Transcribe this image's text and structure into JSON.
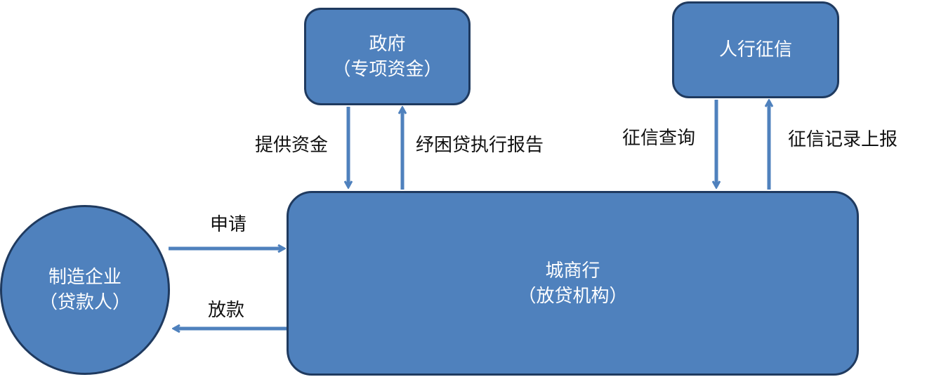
{
  "nodes": {
    "government": {
      "line1": "政府",
      "line2": "（专项资金）"
    },
    "credit_bureau": {
      "line1": "人行征信"
    },
    "bank": {
      "line1": "城商行",
      "line2": "（放贷机构）"
    },
    "enterprise": {
      "line1": "制造企业",
      "line2": "（贷款人）"
    }
  },
  "edges": {
    "provide_funds": "提供资金",
    "relief_report": "纾困贷执行报告",
    "credit_query": "征信查询",
    "credit_report": "征信记录上报",
    "apply": "申请",
    "disburse": "放款"
  },
  "colors": {
    "node_fill": "#4f81bd",
    "node_border": "#1f3a5f",
    "arrow": "#4f81bd",
    "label_text": "#111111"
  }
}
